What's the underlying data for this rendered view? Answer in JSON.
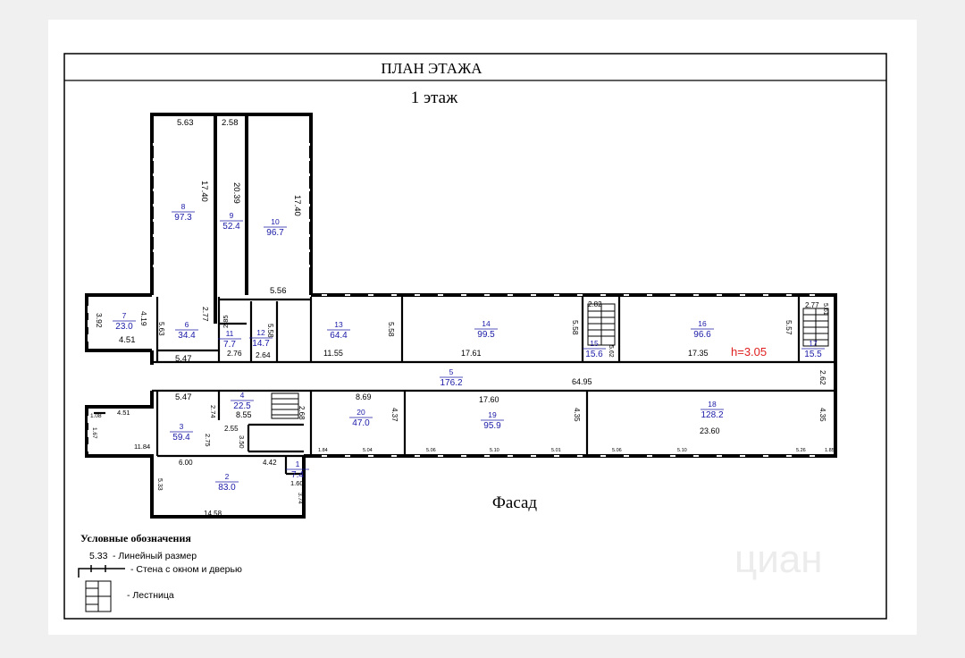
{
  "header": {
    "title": "ПЛАН ЭТАЖА",
    "floor": "1 этаж"
  },
  "facade_label": "Фасад",
  "ceiling_height": "h=3.05",
  "rooms": [
    {
      "num": "1",
      "area": "7.4"
    },
    {
      "num": "2",
      "area": "83.0"
    },
    {
      "num": "3",
      "area": "59.4"
    },
    {
      "num": "4",
      "area": "22.5"
    },
    {
      "num": "5",
      "area": "176.2"
    },
    {
      "num": "6",
      "area": "34.4"
    },
    {
      "num": "7",
      "area": "23.0"
    },
    {
      "num": "8",
      "area": "97.3"
    },
    {
      "num": "9",
      "area": "52.4"
    },
    {
      "num": "10",
      "area": "96.7"
    },
    {
      "num": "11",
      "area": "7.7"
    },
    {
      "num": "12",
      "area": "14.7"
    },
    {
      "num": "13",
      "area": "64.4"
    },
    {
      "num": "14",
      "area": "99.5"
    },
    {
      "num": "15",
      "area": "15.6"
    },
    {
      "num": "16",
      "area": "96.6"
    },
    {
      "num": "17",
      "area": "15.5"
    },
    {
      "num": "18",
      "area": "128.2"
    },
    {
      "num": "19",
      "area": "95.9"
    },
    {
      "num": "20",
      "area": "47.0"
    }
  ],
  "dimensions": [
    "5.63",
    "2.58",
    "17.40",
    "20.39",
    "17.40",
    "5.56",
    "3.92",
    "4.19",
    "5.63",
    "2.77",
    "2.85",
    "5.58",
    "4.51",
    "5.47",
    "2.76",
    "2.64",
    "11.55",
    "5.58",
    "17.61",
    "5.58",
    "2.82",
    "5.62",
    "5.57",
    "17.35",
    "2.77",
    "5.61",
    "2.62",
    "64.95",
    "5.47",
    "2.74",
    "8.55",
    "2.68",
    "8.69",
    "4.37",
    "17.60",
    "4.35",
    "4.35",
    "4.51",
    "1.67",
    "11.84",
    "2.75",
    "2.55",
    "3.50",
    "23.60",
    "6.00",
    "4.42",
    "5.33",
    "1.60",
    "3.74",
    "14.58",
    "1.08",
    "1.84",
    "5.04",
    "5.06",
    "5.10",
    "5.01",
    "5.06",
    "5.10",
    "5.26",
    "1.85"
  ],
  "legend": {
    "title": "Условные обозначения",
    "sample_dimension": "5.33",
    "items": [
      "- Линейный размер",
      "- Стена с окном и дверью",
      "- Лестница"
    ]
  },
  "watermark": "циан"
}
